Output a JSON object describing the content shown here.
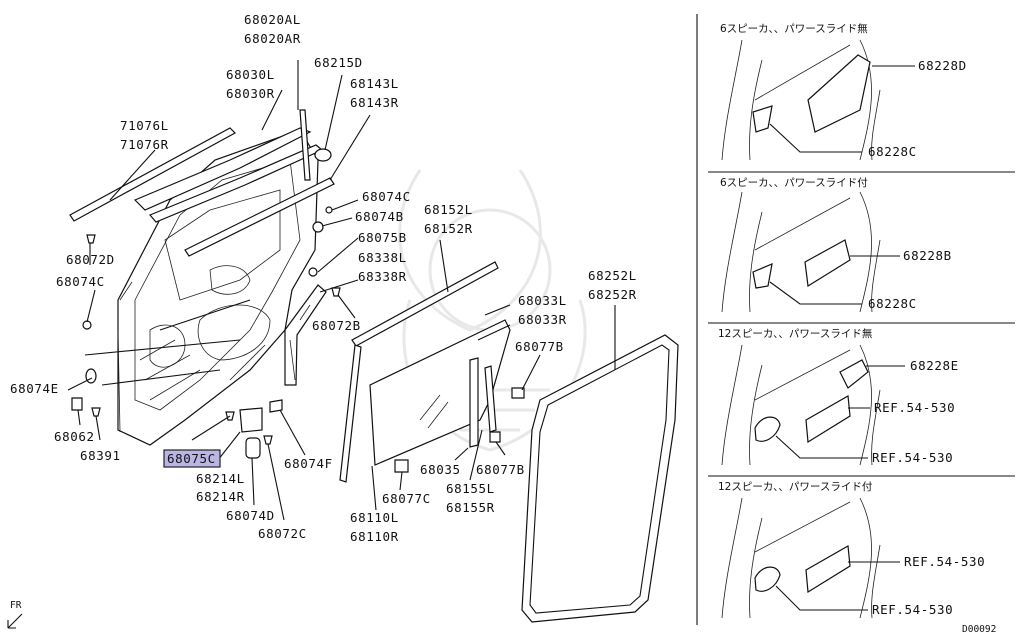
{
  "parts": {
    "p68020al": "68020AL",
    "p68020ar": "68020AR",
    "p68030l": "68030L",
    "p68030r": "68030R",
    "p68215d": "68215D",
    "p68143l": "68143L",
    "p68143r": "68143R",
    "p71076l": "71076L",
    "p71076r": "71076R",
    "p68074c_top": "68074C",
    "p68074b": "68074B",
    "p68075b": "68075B",
    "p68338l": "68338L",
    "p68338r": "68338R",
    "p68072b": "68072B",
    "p68152l": "68152L",
    "p68152r": "68152R",
    "p68252l": "68252L",
    "p68252r": "68252R",
    "p68033l": "68033L",
    "p68033r": "68033R",
    "p68077b_top": "68077B",
    "p68072d": "68072D",
    "p68074c_left": "68074C",
    "p68074e": "68074E",
    "p68062": "68062",
    "p68391": "68391",
    "p68075c": "68075C",
    "p68214l": "68214L",
    "p68214r": "68214R",
    "p68074d": "68074D",
    "p68072c": "68072C",
    "p68074f": "68074F",
    "p68035": "68035",
    "p68077b_bot": "68077B",
    "p68077c": "68077C",
    "p68155l": "68155L",
    "p68155r": "68155R",
    "p68110l": "68110L",
    "p68110r": "68110R"
  },
  "panels": [
    {
      "title": "6スピーカ、、パワースライド無",
      "labels": [
        "68228D",
        "68228C"
      ]
    },
    {
      "title": "6スピーカ、、パワースライド付",
      "labels": [
        "68228B",
        "68228C"
      ]
    },
    {
      "title": "12スピーカ、、パワースライド無",
      "labels": [
        "68228E",
        "REF.54-530",
        "REF.54-530"
      ]
    },
    {
      "title": "12スピーカ、、パワースライド付",
      "labels": [
        "REF.54-530",
        "REF.54-530"
      ]
    }
  ],
  "fr_label": "FR",
  "diagram_code": "D00092"
}
